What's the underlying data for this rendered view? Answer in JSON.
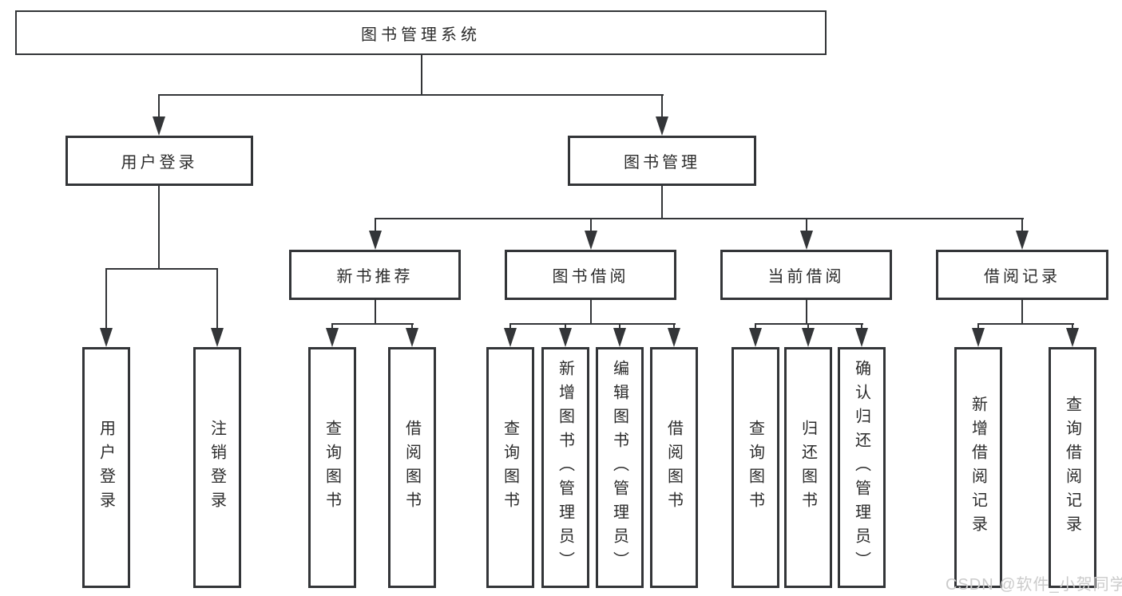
{
  "tree": {
    "label": "图书管理系统",
    "children": [
      {
        "label": "用户登录",
        "children": [
          {
            "label": "用户登录"
          },
          {
            "label": "注销登录"
          }
        ]
      },
      {
        "label": "图书管理",
        "children": [
          {
            "label": "新书推荐",
            "children": [
              {
                "label": "查询图书"
              },
              {
                "label": "借阅图书"
              }
            ]
          },
          {
            "label": "图书借阅",
            "children": [
              {
                "label": "查询图书"
              },
              {
                "label": "新增图书（管理员）"
              },
              {
                "label": "编辑图书（管理员）"
              },
              {
                "label": "借阅图书"
              }
            ]
          },
          {
            "label": "当前借阅",
            "children": [
              {
                "label": "查询图书"
              },
              {
                "label": "归还图书"
              },
              {
                "label": "确认归还（管理员）"
              }
            ]
          },
          {
            "label": "借阅记录",
            "children": [
              {
                "label": "新增借阅记录"
              },
              {
                "label": "查询借阅记录"
              }
            ]
          }
        ]
      }
    ]
  },
  "watermark": {
    "text": "CSDN @软件_小贺同学"
  },
  "colors": {
    "line": "#333538",
    "text": "#2b2b2b",
    "watermark": "#cbcbcb",
    "background": "#ffffff"
  }
}
